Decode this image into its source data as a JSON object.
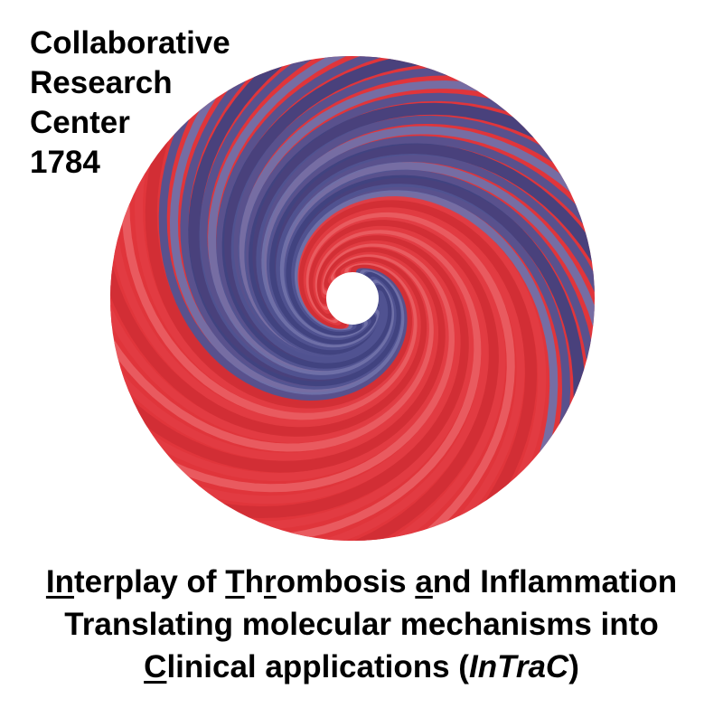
{
  "org": {
    "lines": [
      "Collaborative",
      "Research",
      "Center",
      "1784"
    ]
  },
  "logo": {
    "colors": {
      "red": "#e0353b",
      "red_light": "#f07e80",
      "red_dark": "#b5222a",
      "blue": "#4a4c8c",
      "blue_light": "#8f8fc0",
      "blue_dark": "#2e2e6a"
    }
  },
  "tagline": {
    "line1": [
      {
        "u": "In",
        "t": "terplay of "
      },
      {
        "u": "T",
        "t": "h"
      },
      {
        "u": "r",
        "t": "ombosis "
      },
      {
        "u": "a",
        "t": "nd Inflammation"
      }
    ],
    "line2": "Translating molecular mechanisms into",
    "line3": {
      "u": "C",
      "before": "linical applications (",
      "italic": "InTraC",
      "after": ")"
    }
  }
}
